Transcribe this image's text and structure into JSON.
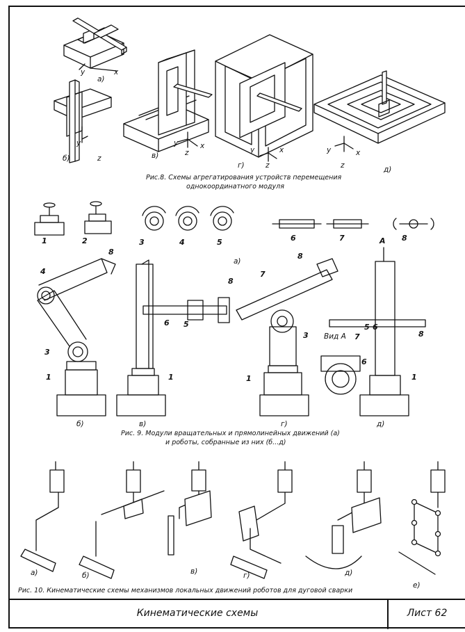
{
  "fig8": {
    "caption_line1": "Рис.8.  Схемы агрегатирования устройств перемещения",
    "caption_line2": "однокоординатного модуля",
    "sub_a": "а)",
    "sub_b": "б)",
    "sub_v": "в)",
    "sub_g": "г)",
    "sub_d": "д)",
    "axis_x": "x",
    "axis_y": "y",
    "axis_z": "z"
  },
  "fig9": {
    "caption_line1": "Рис. 9.  Модули вращательных и прямолинейных движений (а)",
    "caption_line2": "и роботы, собранные из них (б...д)",
    "sub_a": "а)",
    "sub_b": "б)",
    "sub_v": "в)",
    "sub_g": "г)",
    "sub_d": "д)",
    "module_numbers": [
      "1",
      "2",
      "3",
      "4",
      "5",
      "6",
      "7",
      "8"
    ],
    "view_label": "Вид А",
    "arrow_label": "А"
  },
  "fig10": {
    "caption": "Рис. 10.  Кинематические схемы механизмов локальных движений роботов для дуговой сварки",
    "sub_a": "а)",
    "sub_b": "б)",
    "sub_v": "в)",
    "sub_g": "г)",
    "sub_d": "д)",
    "sub_e": "е)"
  },
  "stamp": {
    "title": "Кинематические схемы",
    "sheet": "Лист 62"
  }
}
